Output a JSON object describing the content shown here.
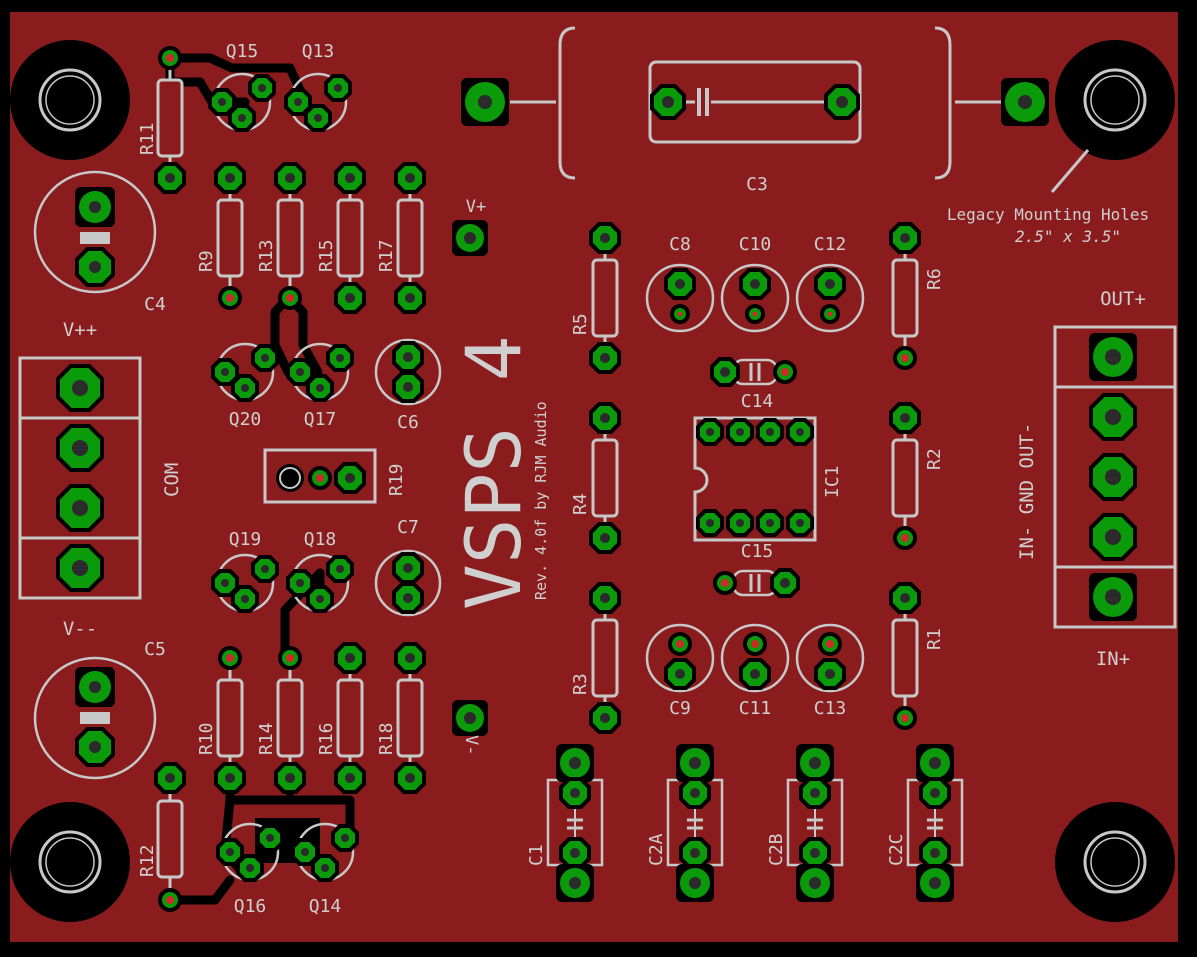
{
  "colors": {
    "background": "#000000",
    "copper": "#8a1c1e",
    "silkscreen": "#c8c8c8",
    "pad": "#0a9a0a",
    "drill_dark": "#2b2b2b",
    "drill_red": "#cf2a2a",
    "mount_outer": "#000000"
  },
  "board": {
    "title": "VSPS 4",
    "revision": "Rev. 4.0f by RJM Audio",
    "mount_note_line1": "Legacy Mounting Holes",
    "mount_note_line2": "2.5\" x 3.5\""
  },
  "connectors": {
    "left_top": "V++",
    "left_mid": "COM",
    "left_bottom": "V--",
    "right_top": "OUT+",
    "right_side": "IN-  GND  OUT-",
    "right_bottom": "IN+",
    "testpoint_top": "V+",
    "testpoint_bottom": "V-"
  },
  "components": {
    "transistors": [
      "Q15",
      "Q13",
      "Q20",
      "Q17",
      "Q19",
      "Q18",
      "Q16",
      "Q14"
    ],
    "resistors": [
      "R11",
      "R9",
      "R13",
      "R15",
      "R17",
      "R19",
      "R10",
      "R14",
      "R16",
      "R18",
      "R12",
      "R5",
      "R4",
      "R3",
      "R6",
      "R2",
      "R1"
    ],
    "capacitors": [
      "C3",
      "C4",
      "C6",
      "C7",
      "C5",
      "C8",
      "C10",
      "C12",
      "C14",
      "C15",
      "C9",
      "C11",
      "C13",
      "C1",
      "C2A",
      "C2B",
      "C2C"
    ],
    "ic": "IC1"
  }
}
